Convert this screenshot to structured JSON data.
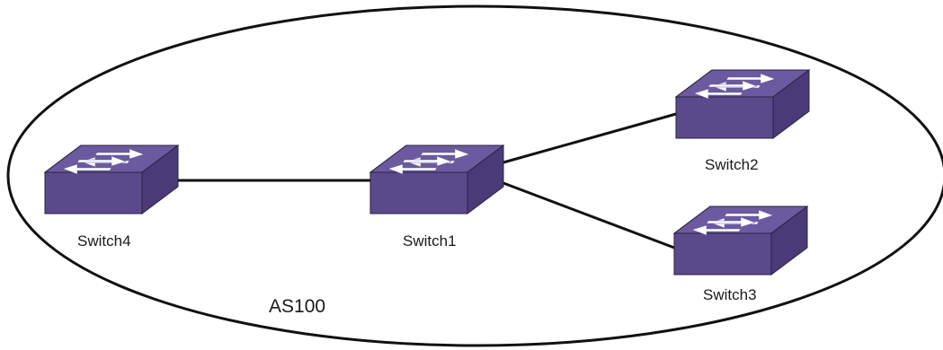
{
  "diagram": {
    "as_label": "AS100",
    "switches": {
      "switch1": {
        "label": "Switch1",
        "icon": "network-switch-icon"
      },
      "switch2": {
        "label": "Switch2",
        "icon": "network-switch-icon"
      },
      "switch3": {
        "label": "Switch3",
        "icon": "network-switch-icon"
      },
      "switch4": {
        "label": "Switch4",
        "icon": "network-switch-icon"
      }
    },
    "links": [
      {
        "from": "Switch4",
        "to": "Switch1"
      },
      {
        "from": "Switch1",
        "to": "Switch2"
      },
      {
        "from": "Switch1",
        "to": "Switch3"
      }
    ],
    "colors": {
      "switch_body": "#5a4a8c",
      "switch_top": "#6b5a9f",
      "line": "#111111"
    }
  }
}
